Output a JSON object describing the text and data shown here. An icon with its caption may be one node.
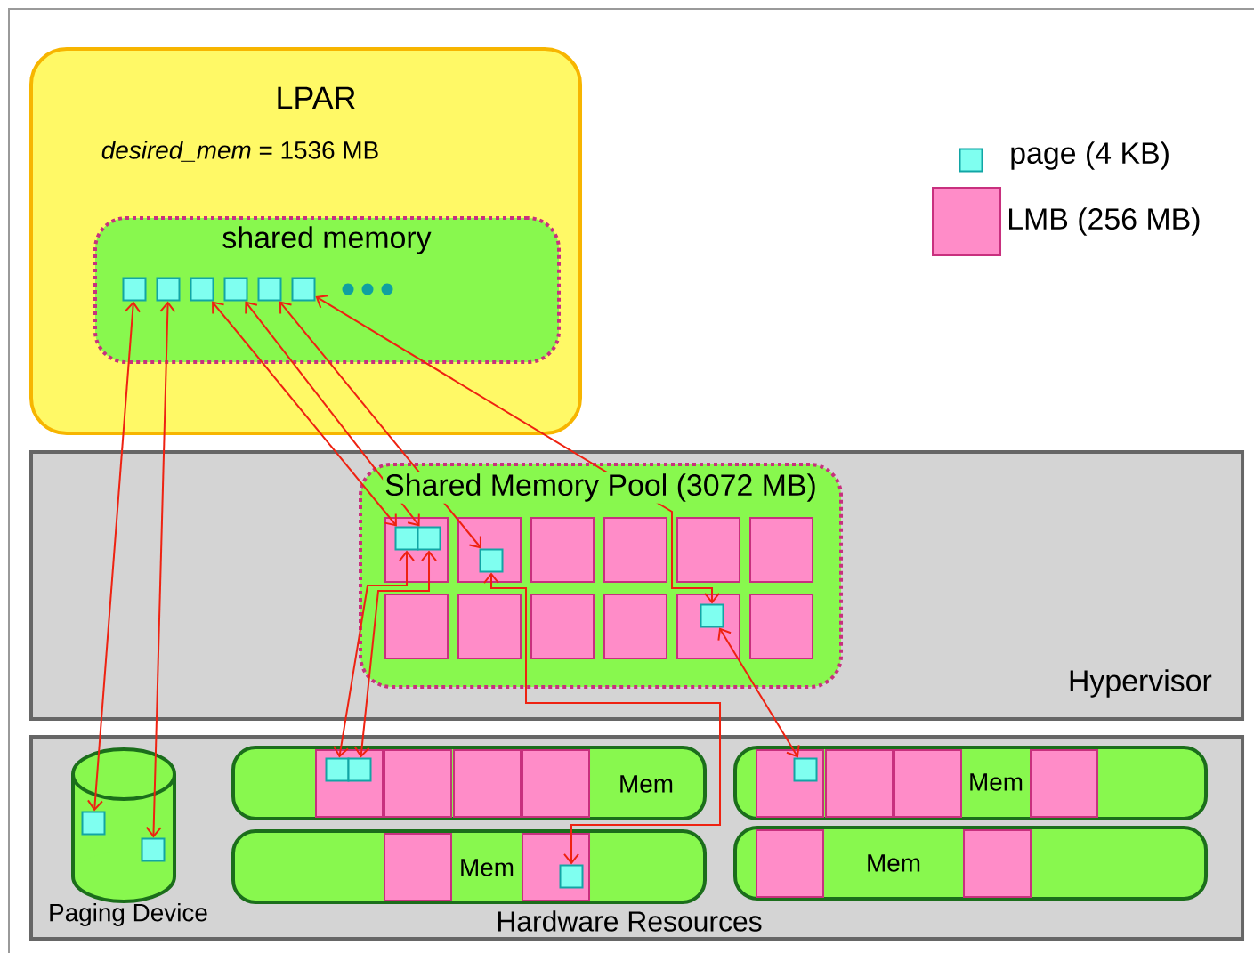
{
  "diagram": {
    "nodes": [
      {
        "text": [
          "LPAR",
          "*desired_mem* = 1536 MB"
        ]
      },
      {
        "text": [
          "shared memory"
        ],
        "in": 0
      },
      {
        "text": [],
        "shape": "box",
        "in": 1
      },
      {
        "text": [],
        "shape": "box",
        "in": 1
      },
      {
        "text": [],
        "shape": "box",
        "in": 1
      },
      {
        "text": [],
        "shape": "box",
        "in": 1
      },
      {
        "text": [],
        "shape": "box",
        "in": 1
      },
      {
        "text": [],
        "shape": "box",
        "in": 1
      },
      {
        "text": [
          "Hypervisor"
        ]
      },
      {
        "text": [
          "Shared Memory Pool (3072 MB)"
        ],
        "in": 8
      },
      {
        "text": [],
        "shape": "box",
        "in": 9
      },
      {
        "text": [],
        "shape": "box",
        "in": 9
      },
      {
        "text": [],
        "shape": "box",
        "in": 9
      },
      {
        "text": [],
        "shape": "box",
        "in": 9
      },
      {
        "text": [],
        "shape": "box",
        "in": 9
      },
      {
        "text": [],
        "shape": "box",
        "in": 9
      },
      {
        "text": [],
        "shape": "box",
        "in": 9
      },
      {
        "text": [],
        "shape": "box",
        "in": 9
      },
      {
        "text": [],
        "shape": "box",
        "in": 9
      },
      {
        "text": [],
        "shape": "box",
        "in": 9
      },
      {
        "text": [],
        "shape": "box",
        "in": 9
      },
      {
        "text": [],
        "shape": "box",
        "in": 9
      },
      {
        "text": [],
        "shape": "box",
        "in": 10
      },
      {
        "text": [],
        "shape": "box",
        "in": 10
      },
      {
        "text": [],
        "shape": "box",
        "in": 11
      },
      {
        "text": [],
        "shape": "box",
        "in": 20
      },
      {
        "text": [
          "Hardware Resources"
        ]
      },
      {
        "text": [
          "Paging Device"
        ],
        "in": 26
      },
      {
        "text": [],
        "shape": "box",
        "in": 27
      },
      {
        "text": [],
        "shape": "box",
        "in": 27
      },
      {
        "text": [
          "Mem"
        ],
        "in": 26
      },
      {
        "text": [
          "Mem"
        ],
        "in": 26
      },
      {
        "text": [
          "Mem"
        ],
        "in": 26
      },
      {
        "text": [
          "Mem"
        ],
        "in": 26
      },
      {
        "text": [],
        "shape": "box",
        "in": 30
      },
      {
        "text": [],
        "shape": "box",
        "in": 30
      },
      {
        "text": [],
        "shape": "box",
        "in": 30
      },
      {
        "text": [],
        "shape": "box",
        "in": 30
      },
      {
        "text": [],
        "shape": "box",
        "in": 31
      },
      {
        "text": [],
        "shape": "box",
        "in": 31
      },
      {
        "text": [],
        "shape": "box",
        "in": 31
      },
      {
        "text": [],
        "shape": "box",
        "in": 31
      },
      {
        "text": [],
        "shape": "box",
        "in": 32
      },
      {
        "text": [],
        "shape": "box",
        "in": 32
      },
      {
        "text": [],
        "shape": "box",
        "in": 33
      },
      {
        "text": [],
        "shape": "box",
        "in": 33
      },
      {
        "text": [],
        "shape": "box",
        "in": 34
      },
      {
        "text": [],
        "shape": "box",
        "in": 34
      },
      {
        "text": [],
        "shape": "box",
        "in": 43
      },
      {
        "text": [],
        "shape": "box",
        "in": 38
      }
    ],
    "edges": [
      {
        "from": 2,
        "to": 28,
        "arrow": "both"
      },
      {
        "from": 3,
        "to": 29,
        "arrow": "both"
      },
      {
        "from": 4,
        "to": 22,
        "arrow": "both"
      },
      {
        "from": 5,
        "to": 23,
        "arrow": "both"
      },
      {
        "from": 6,
        "to": 24,
        "arrow": "both"
      },
      {
        "from": 7,
        "to": 25,
        "arrow": "both"
      },
      {
        "from": 22,
        "to": 46,
        "arrow": "both"
      },
      {
        "from": 23,
        "to": 47,
        "arrow": "both"
      },
      {
        "from": 24,
        "to": 48,
        "arrow": "both"
      },
      {
        "from": 25,
        "to": 49,
        "arrow": "both"
      }
    ],
    "legend": [
      {
        "text": "page (4 KB)",
        "color": "#7ffff0"
      },
      {
        "text": "LMB (256 MB)",
        "color": "#ff8cc8"
      }
    ]
  }
}
